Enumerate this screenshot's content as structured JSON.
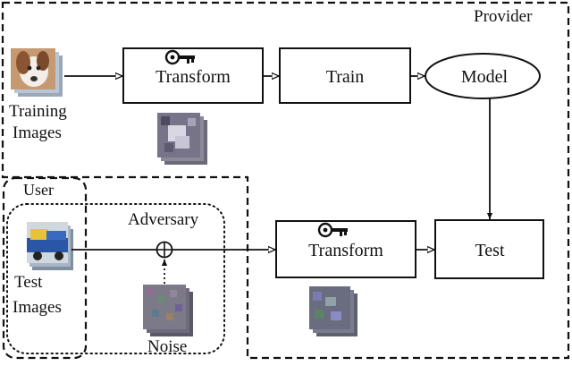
{
  "labels": {
    "provider": "Provider",
    "user": "User",
    "adversary": "Adversary",
    "training_line1": "Training",
    "training_line2": "Images",
    "test_line1": "Test",
    "test_line2": "Images",
    "noise": "Noise"
  },
  "nodes": {
    "transform_top": "Transform",
    "train": "Train",
    "model": "Model",
    "transform_bottom": "Transform",
    "test": "Test"
  },
  "icons": {
    "key": "key-icon",
    "plus": "circled-plus-icon"
  },
  "colors": {
    "stroke": "#111111",
    "background": "#ffffff"
  }
}
